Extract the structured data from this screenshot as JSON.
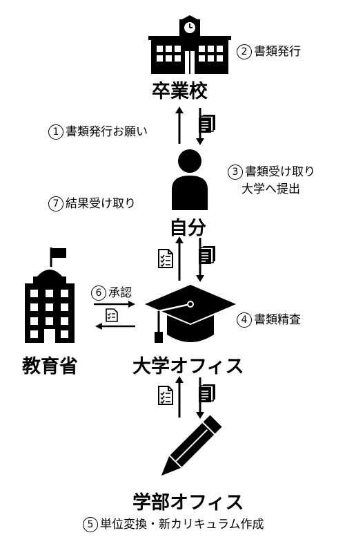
{
  "nodes": {
    "school": "卒業校",
    "self": "自分",
    "university": "大学オフィス",
    "department": "学部オフィス",
    "ministry": "教育省"
  },
  "steps": {
    "s1": {
      "num": "1",
      "text": "書類発行お願い"
    },
    "s2": {
      "num": "2",
      "text": "書類発行"
    },
    "s3": {
      "num": "3",
      "line1": "書類受け取り",
      "line2": "大学へ提出"
    },
    "s4": {
      "num": "4",
      "text": "書類精査"
    },
    "s5": {
      "num": "5",
      "text": "単位変換・新カリキュラム作成"
    },
    "s6": {
      "num": "6",
      "text": "承認"
    },
    "s7": {
      "num": "7",
      "text": "結果受け取り"
    }
  }
}
